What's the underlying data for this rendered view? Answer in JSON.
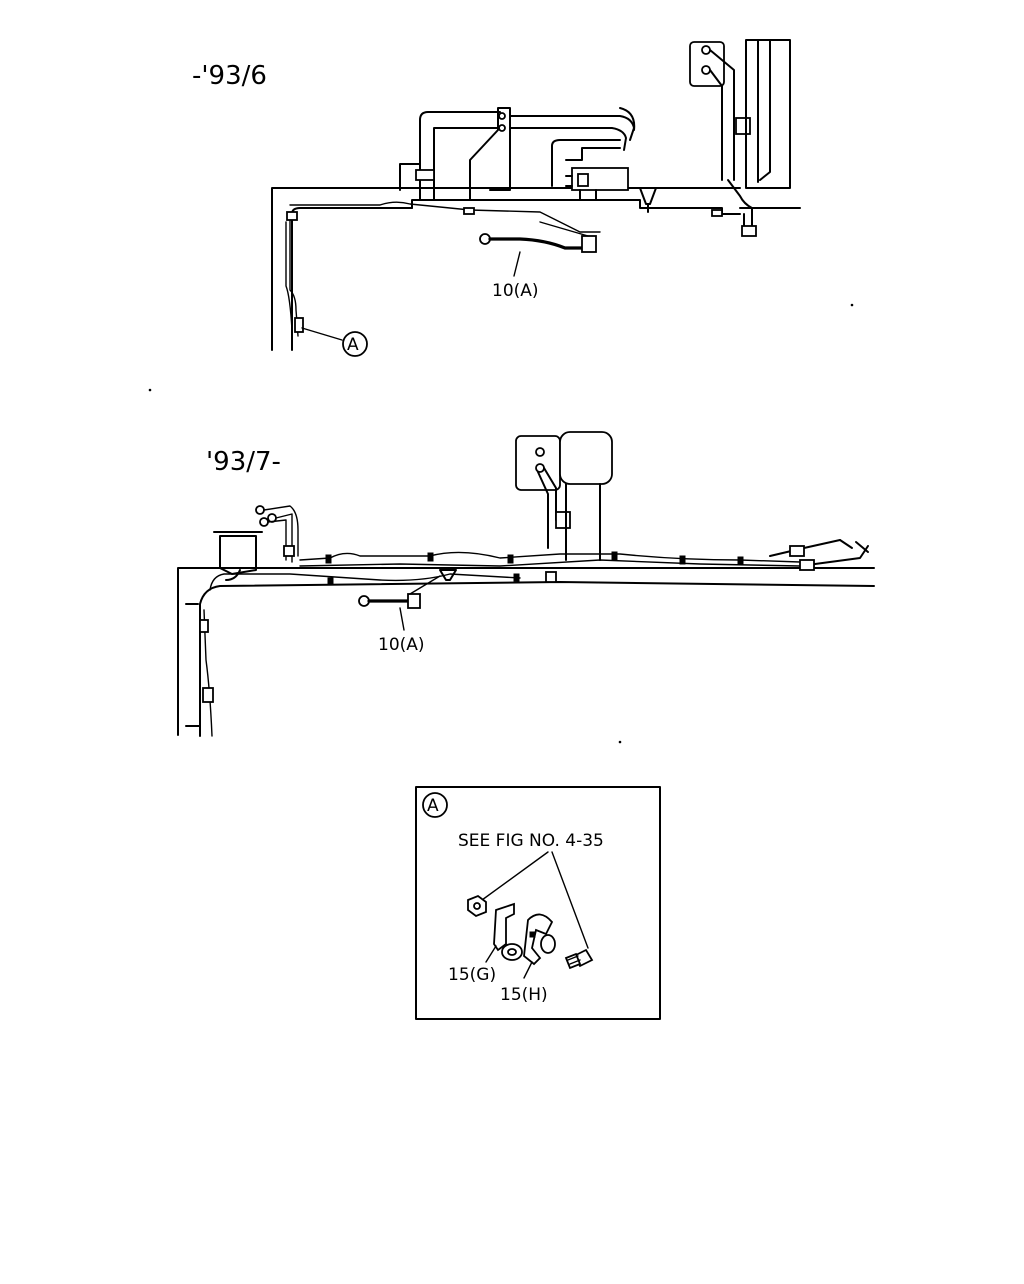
{
  "diagram": {
    "top_view": {
      "era_label": "-'93/6",
      "harness_label": "10(A)",
      "detail_marker": "A"
    },
    "bottom_view": {
      "era_label": "'93/7-",
      "harness_label": "10(A)"
    },
    "detail_box": {
      "marker": "A",
      "reference_text": "SEE FIG NO. 4-35",
      "clip_g_label": "15(G)",
      "clip_h_label": "15(H)"
    }
  }
}
